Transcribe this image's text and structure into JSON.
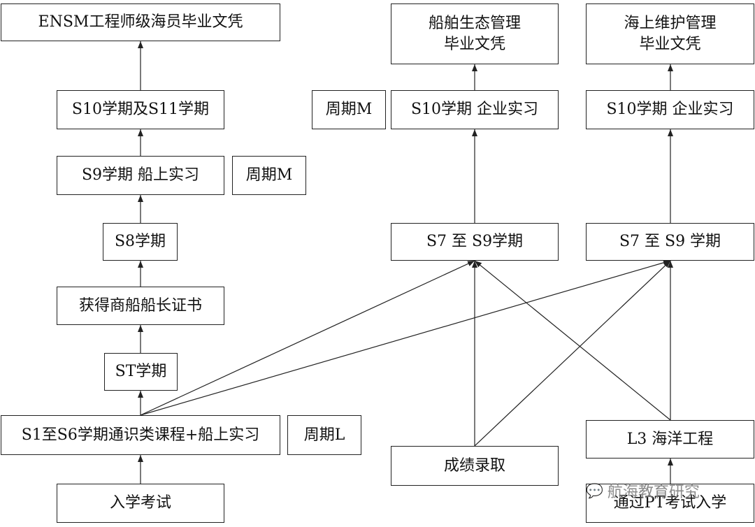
{
  "nodes": {
    "ensm_diploma": "ENSM工程师级海员毕业文凭",
    "s10_s11": "S10学期及S11学期",
    "s9_onboard": "S9学期 船上实习",
    "cycle_m_left": "周期M",
    "s8": "S8学期",
    "master_cert": "获得商船船长证书",
    "st": "ST学期",
    "s1_s6": "S1至S6学期通识类课程+船上实习",
    "cycle_l": "周期L",
    "entrance_exam": "入学考试",
    "eco_diploma_line1": "船舶生态管理",
    "eco_diploma_line2": "毕业文凭",
    "cycle_m_mid": "周期M",
    "s10_intern_mid": "S10学期 企业实习",
    "s7_s9_mid": "S7 至 S9学期",
    "grade_admission": "成绩录取",
    "maint_diploma_line1": "海上维护管理",
    "maint_diploma_line2": "毕业文凭",
    "s10_intern_right": "S10学期 企业实习",
    "s7_s9_right": "S7 至 S9 学期",
    "l3_ocean": "L3 海洋工程",
    "pt_exam": "通过PT考试入学"
  },
  "watermark": {
    "icon": "chat-bubbles-icon",
    "text": "航海教育研究"
  },
  "colors": {
    "line": "#222222",
    "watermark": "#777777"
  }
}
